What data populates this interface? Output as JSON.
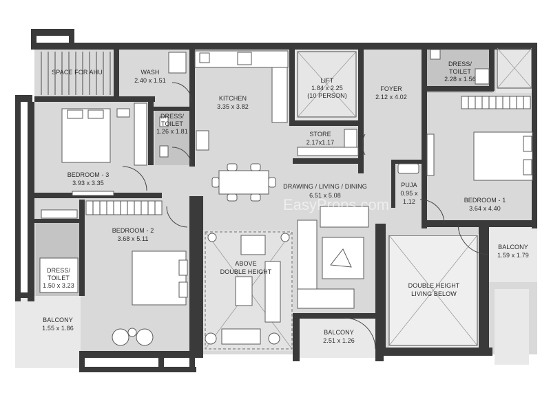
{
  "watermark": "EasyProps.com",
  "rooms": {
    "ahu": {
      "name": "SPACE FOR AHU"
    },
    "wash": {
      "name": "WASH",
      "size": "2.40 x 1.51"
    },
    "kitchen": {
      "name": "KITCHEN",
      "size": "3.35 x 3.82"
    },
    "lift": {
      "name": "LIFT",
      "size": "1.84 x 2.25",
      "note": "(10 PERSON)"
    },
    "foyer": {
      "name": "FOYER",
      "size": "2.12 x 4.02"
    },
    "dress_toilet_top": {
      "name1": "DRESS/",
      "name2": "TOILET",
      "size": "2.28 x 1.56"
    },
    "dress_toilet_mid": {
      "name1": "DRESS/",
      "name2": "TOILET",
      "size": "1.26 x 1.81"
    },
    "store": {
      "name": "STORE",
      "size": "2.17x1.17"
    },
    "bedroom3": {
      "name": "BEDROOM - 3",
      "size": "3.93 x 3.35"
    },
    "drawing": {
      "name": "DRAWING / LIVING / DINING",
      "size": "6.51 x 5.08"
    },
    "puja": {
      "name": "PUJA",
      "size1": "0.95 x",
      "size2": "1.12"
    },
    "bedroom1": {
      "name": "BEDROOM - 1",
      "size": "3.64 x 4.40"
    },
    "bedroom2": {
      "name": "BEDROOM - 2",
      "size": "3.68 x 5.11"
    },
    "above_double": {
      "line1": "ABOVE",
      "line2": "DOUBLE HEIGHT"
    },
    "double_living": {
      "line1": "DOUBLE HEIGHT",
      "line2": "LIVING BELOW"
    },
    "balcony_right": {
      "name": "BALCONY",
      "size": "1.59 x 1.79"
    },
    "dress_toilet_left": {
      "name1": "DRESS/",
      "name2": "TOILET",
      "size": "1.50 x 3.23"
    },
    "balcony_left": {
      "name": "BALCONY",
      "size": "1.55 x 1.86"
    },
    "balcony_bottom": {
      "name": "BALCONY",
      "size": "2.51 x 1.26"
    }
  }
}
